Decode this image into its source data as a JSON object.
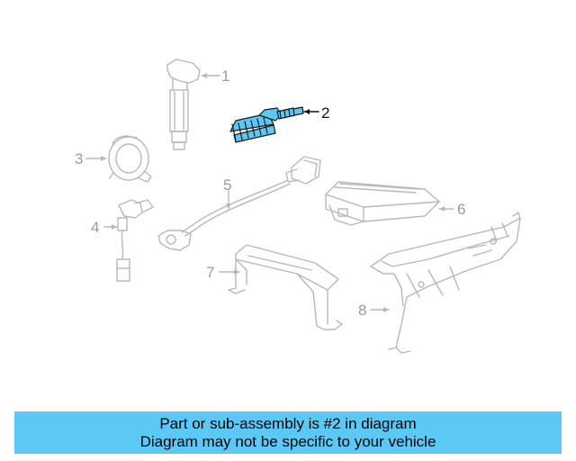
{
  "diagram": {
    "callouts": [
      {
        "number": "1",
        "part": "ignition-coil"
      },
      {
        "number": "2",
        "part": "spark-plug",
        "highlighted": true
      },
      {
        "number": "3",
        "part": "round-sensor"
      },
      {
        "number": "4",
        "part": "crankshaft-position-sensor"
      },
      {
        "number": "5",
        "part": "knock-sensor"
      },
      {
        "number": "6",
        "part": "control-module"
      },
      {
        "number": "7",
        "part": "bracket"
      },
      {
        "number": "8",
        "part": "mounting-bracket"
      }
    ],
    "colors": {
      "line": "#b8b8b8",
      "highlight": "#5bc8f5",
      "highlight_outline": "#1a1a1a"
    }
  },
  "banner": {
    "line1": "Part or sub-assembly is #2 in diagram",
    "line2": "Diagram may not be specific to your vehicle",
    "background": "#5bc8f5"
  }
}
